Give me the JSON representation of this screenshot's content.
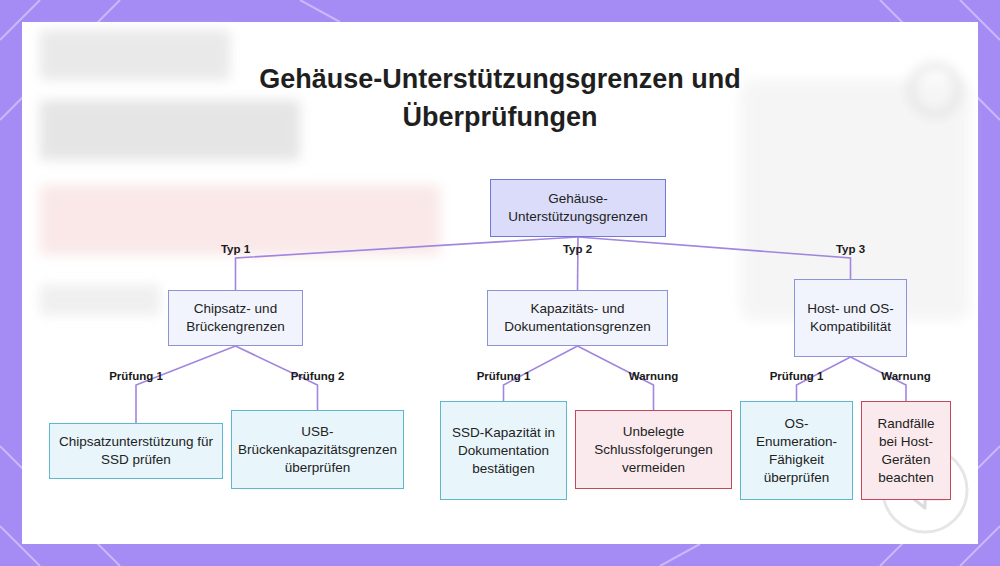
{
  "diagram": {
    "title": "Gehäuse-Unterstützungsgrenzen und Überprüfungen",
    "nodes": [
      {
        "text": [
          "Gehäuse-Unterstützungsgrenzen"
        ]
      },
      {
        "text": [
          "Chipsatz- und Brückengrenzen"
        ]
      },
      {
        "text": [
          "Kapazitäts- und Dokumentationsgrenzen"
        ]
      },
      {
        "text": [
          "Host- und OS-Kompatibilität"
        ]
      },
      {
        "text": [
          "Chipsatzunterstützung für SSD prüfen"
        ]
      },
      {
        "text": [
          "USB-Brückenkapazitätsgrenzen überprüfen"
        ]
      },
      {
        "text": [
          "SSD-Kapazität in Dokumentation bestätigen"
        ]
      },
      {
        "text": [
          "Unbelegte Schlussfolgerungen vermeiden"
        ]
      },
      {
        "text": [
          "OS-Enumeration-Fähigkeit überprüfen"
        ]
      },
      {
        "text": [
          "Randfälle bei Host-Geräten beachten"
        ]
      }
    ],
    "edges": [
      {
        "from": 0,
        "to": 1,
        "label": "Typ 1",
        "arrow": "none"
      },
      {
        "from": 0,
        "to": 2,
        "label": "Typ 2",
        "arrow": "none"
      },
      {
        "from": 0,
        "to": 3,
        "label": "Typ 3",
        "arrow": "none"
      },
      {
        "from": 1,
        "to": 4,
        "label": "Prüfung 1",
        "arrow": "none"
      },
      {
        "from": 1,
        "to": 5,
        "label": "Prüfung 2",
        "arrow": "none"
      },
      {
        "from": 2,
        "to": 6,
        "label": "Prüfung 1",
        "arrow": "none"
      },
      {
        "from": 2,
        "to": 7,
        "label": "Warnung",
        "arrow": "none"
      },
      {
        "from": 3,
        "to": 8,
        "label": "Prüfung 1",
        "arrow": "none"
      },
      {
        "from": 3,
        "to": 9,
        "label": "Warnung",
        "arrow": "none"
      }
    ]
  }
}
